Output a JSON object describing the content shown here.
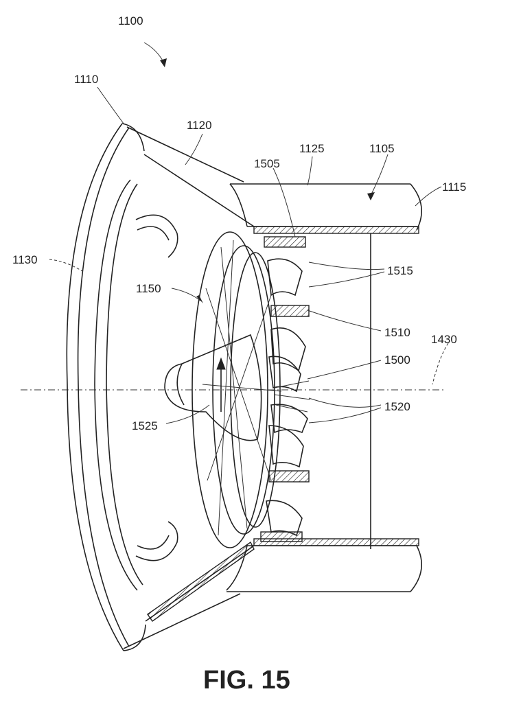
{
  "figure": {
    "caption": "FIG. 15",
    "labels": {
      "l1100": "1100",
      "l1110": "1110",
      "l1120": "1120",
      "l1125": "1125",
      "l1105": "1105",
      "l1115": "1115",
      "l1505": "1505",
      "l1130": "1130",
      "l1150": "1150",
      "l1515": "1515",
      "l1510": "1510",
      "l1430": "1430",
      "l1500": "1500",
      "l1525": "1525",
      "l1520": "1520"
    }
  }
}
